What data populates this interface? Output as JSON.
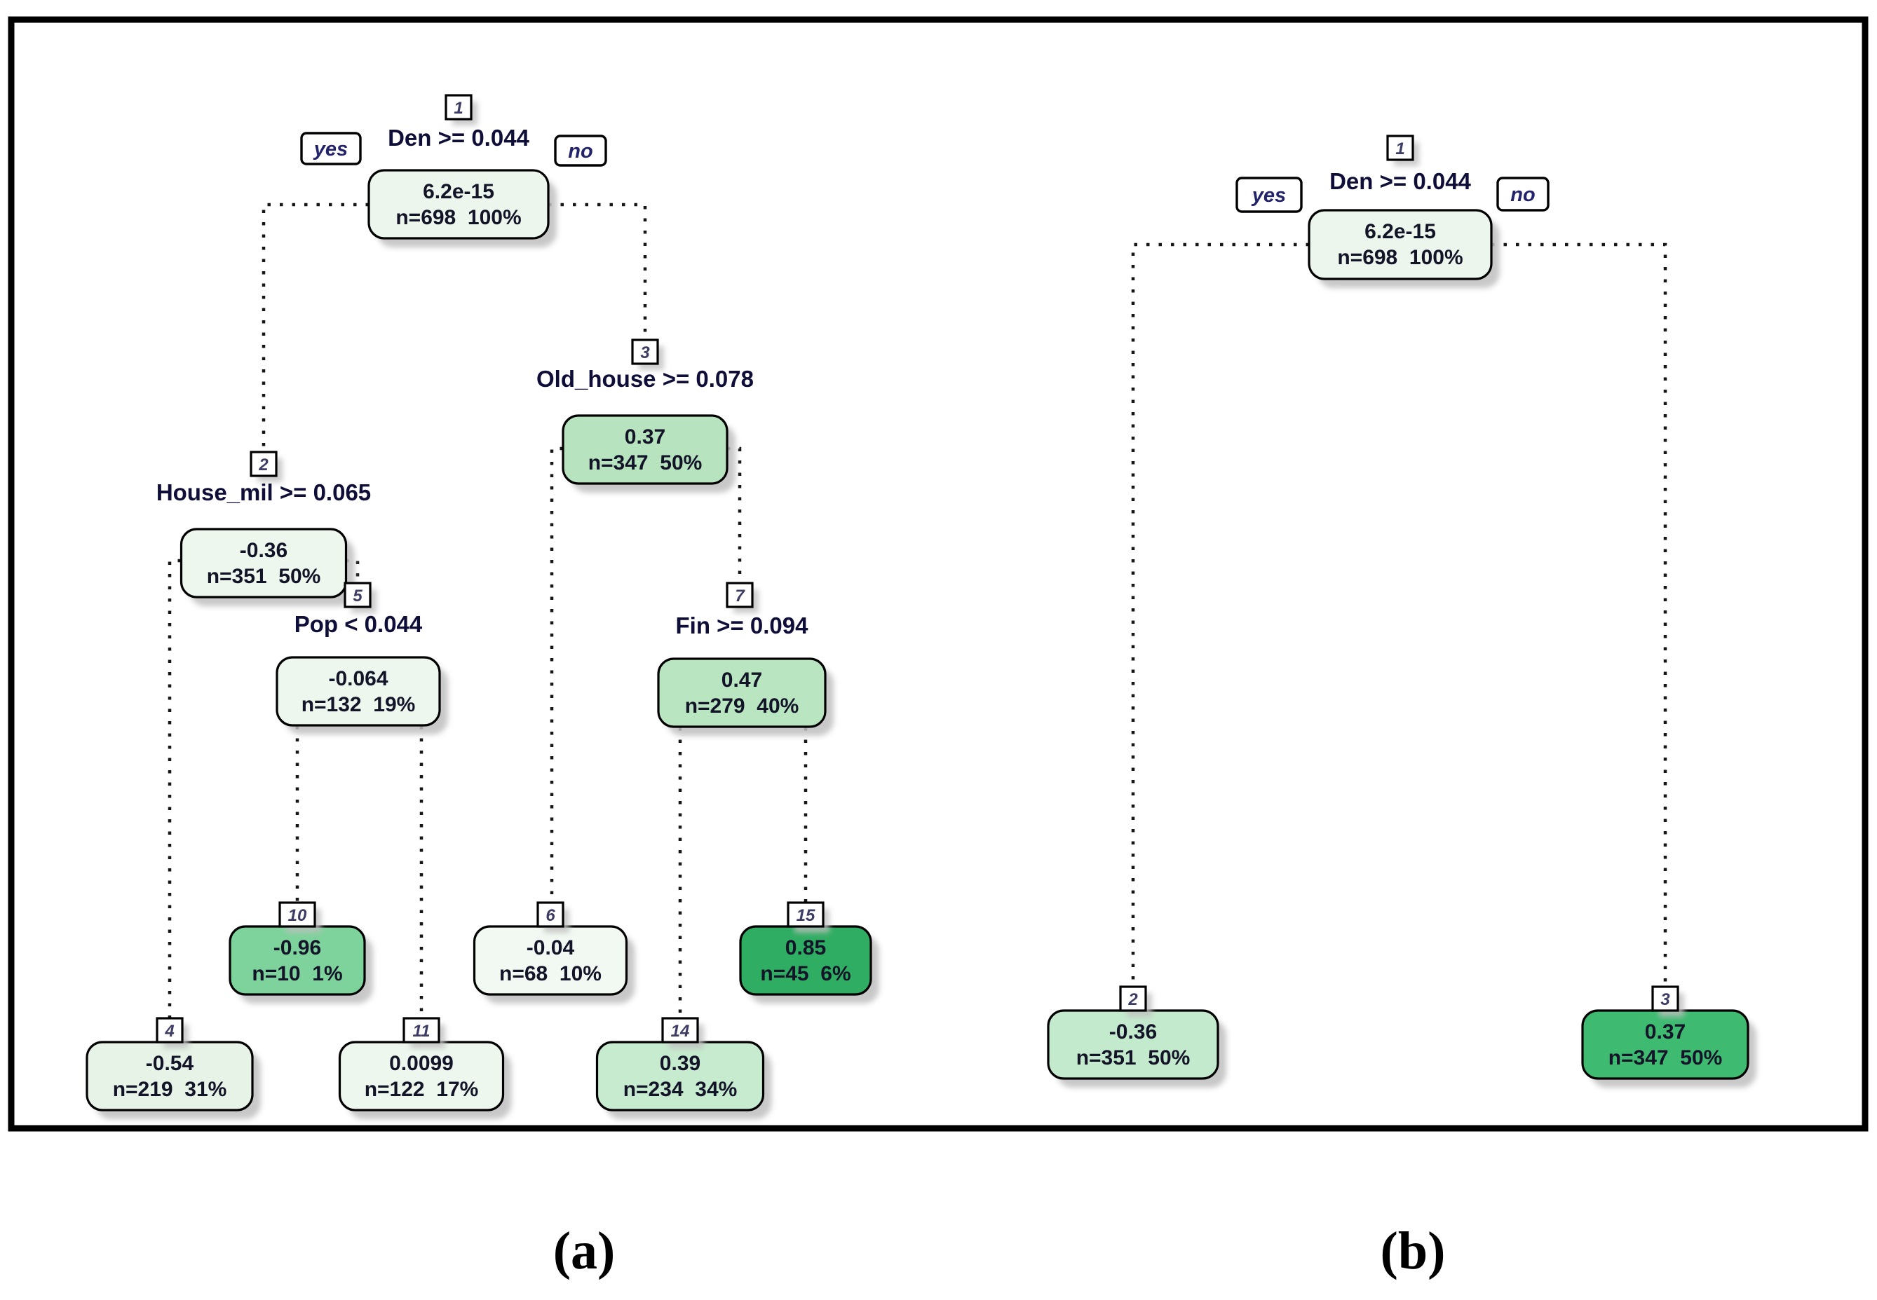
{
  "figure": {
    "caption_a": "(a)",
    "caption_b": "(b)"
  },
  "colors": {
    "frame": "#000000",
    "edge": "#161616",
    "node_border": "#000000",
    "node_text": "#141428",
    "split_text": "#0e0e38",
    "yesno_text": "#23236b",
    "number_text": "#3c3c64",
    "shadow": "#bfbfbf",
    "badge_fill": "#ffffff"
  },
  "trees": {
    "a": {
      "caption": "(a)",
      "nodes": [
        {
          "id": "1",
          "number": "1",
          "split": "Den >= 0.044",
          "value": "6.2e-15",
          "stats": "n=698  100%",
          "fill": "#ecf6ec",
          "yes": "yes",
          "no": "no"
        },
        {
          "id": "2",
          "number": "2",
          "split": "House_mil >= 0.065",
          "value": "-0.36",
          "stats": "n=351  50%",
          "fill": "#edf7ed"
        },
        {
          "id": "3",
          "number": "3",
          "split": "Old_house >= 0.078",
          "value": "0.37",
          "stats": "n=347  50%",
          "fill": "#b7e4bf"
        },
        {
          "id": "5",
          "number": "5",
          "split": "Pop < 0.044",
          "value": "-0.064",
          "stats": "n=132  19%",
          "fill": "#eef7ee"
        },
        {
          "id": "7",
          "number": "7",
          "split": "Fin >= 0.094",
          "value": "0.47",
          "stats": "n=279  40%",
          "fill": "#b9e5c1"
        },
        {
          "id": "4",
          "number": "4",
          "value": "-0.54",
          "stats": "n=219  31%",
          "fill": "#e6f3e6"
        },
        {
          "id": "10",
          "number": "10",
          "value": "-0.96",
          "stats": "n=10  1%",
          "fill": "#7dd39b"
        },
        {
          "id": "11",
          "number": "11",
          "value": "0.0099",
          "stats": "n=122  17%",
          "fill": "#eef7ee"
        },
        {
          "id": "6",
          "number": "6",
          "value": "-0.04",
          "stats": "n=68  10%",
          "fill": "#f2f9f2"
        },
        {
          "id": "14",
          "number": "14",
          "value": "0.39",
          "stats": "n=234  34%",
          "fill": "#c6ebcf"
        },
        {
          "id": "15",
          "number": "15",
          "value": "0.85",
          "stats": "n=45  6%",
          "fill": "#2fad62"
        }
      ]
    },
    "b": {
      "caption": "(b)",
      "nodes": [
        {
          "id": "1",
          "number": "1",
          "split": "Den >= 0.044",
          "value": "6.2e-15",
          "stats": "n=698  100%",
          "fill": "#ecf6ec",
          "yes": "yes",
          "no": "no"
        },
        {
          "id": "2",
          "number": "2",
          "value": "-0.36",
          "stats": "n=351  50%",
          "fill": "#c4eacd"
        },
        {
          "id": "3",
          "number": "3",
          "value": "0.37",
          "stats": "n=347  50%",
          "fill": "#3eba71"
        }
      ]
    }
  }
}
